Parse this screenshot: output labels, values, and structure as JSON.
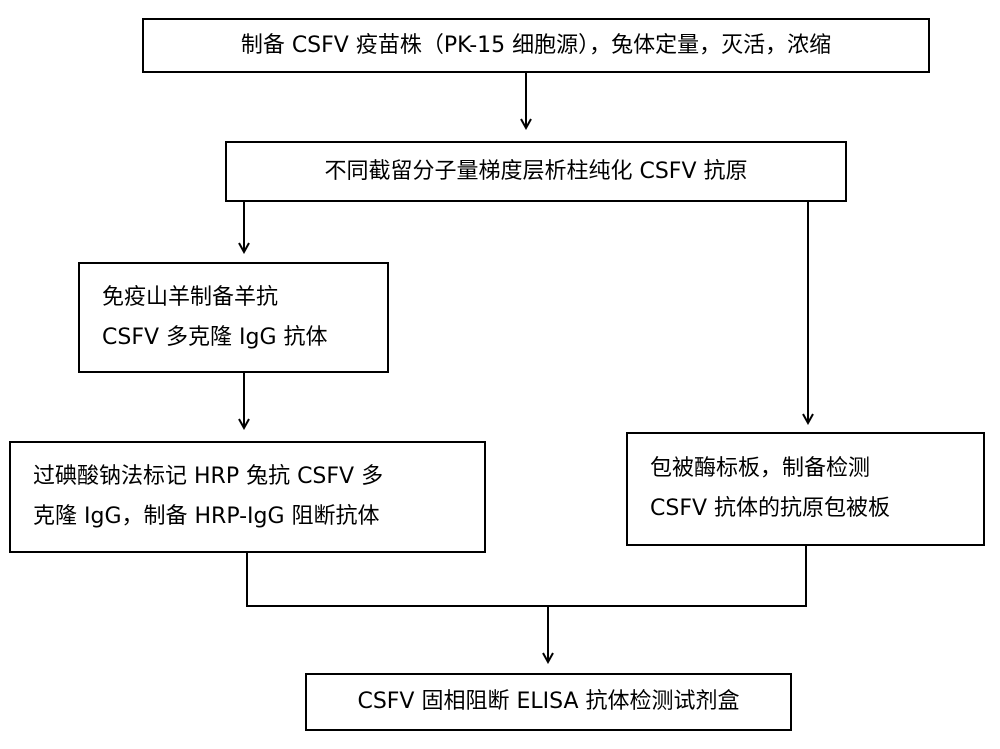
{
  "steps": {
    "prepare_vaccine": "制备 CSFV 疫苗株（PK-15 细胞源），兔体定量，灭活，浓缩",
    "purify_antigen": "不同截留分子量梯度层析柱纯化 CSFV 抗原",
    "goat_antibody": [
      "免疫山羊制备羊抗",
      "CSFV  多克隆 IgG 抗体"
    ],
    "hrp_label": [
      "过碘酸钠法标记 HRP 兔抗 CSFV  多",
      "克隆 IgG，制备 HRP-IgG 阻断抗体"
    ],
    "coat_plate": [
      "包被酶标板，制备检测",
      "CSFV  抗体的抗原包被板"
    ],
    "kit": "CSFV 固相阻断 ELISA 抗体检测试剂盒"
  }
}
